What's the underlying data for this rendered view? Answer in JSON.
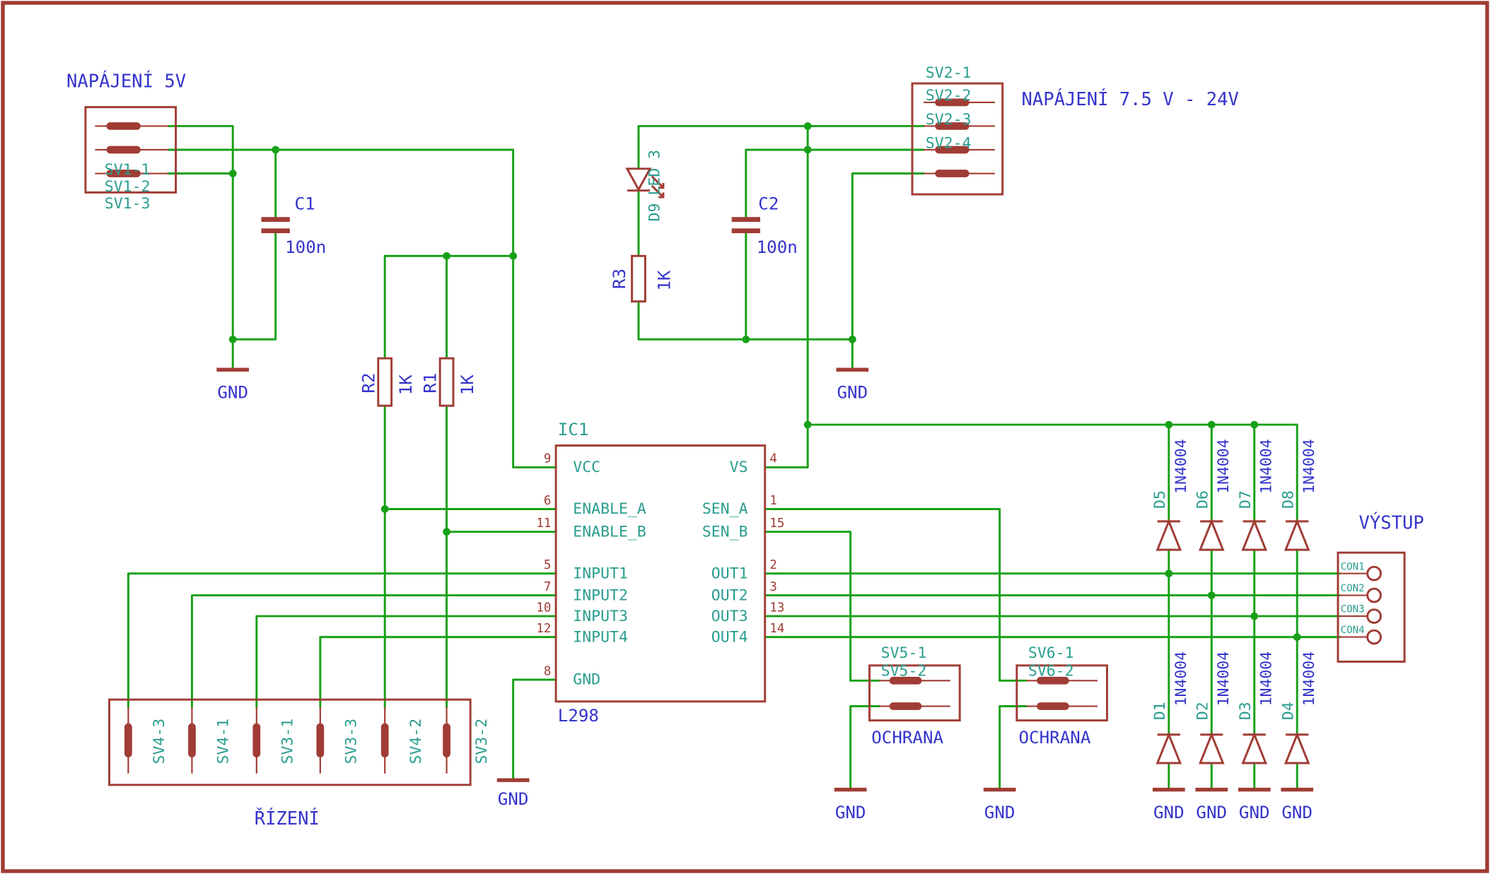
{
  "labels": {
    "napajeni_5v": "NAPÁJENÍ 5V",
    "napajeni_24v": "NAPÁJENÍ 7.5 V - 24V",
    "vystup": "VÝSTUP",
    "rizeni": "ŘÍZENÍ",
    "ochrana_1": "OCHRANA",
    "ochrana_2": "OCHRANA",
    "gnd": "GND"
  },
  "components": {
    "c1": {
      "name": "C1",
      "value": "100n"
    },
    "c2": {
      "name": "C2",
      "value": "100n"
    },
    "r1": {
      "name": "R1",
      "value": "1K"
    },
    "r2": {
      "name": "R2",
      "value": "1K"
    },
    "r3": {
      "name": "R3",
      "value": "1K"
    },
    "d9": {
      "name": "D9",
      "value": "LED 3"
    },
    "ic1": {
      "name": "IC1",
      "value": "L298"
    },
    "d1": {
      "name": "D1",
      "value": "1N4004"
    },
    "d2": {
      "name": "D2",
      "value": "1N4004"
    },
    "d3": {
      "name": "D3",
      "value": "1N4004"
    },
    "d4": {
      "name": "D4",
      "value": "1N4004"
    },
    "d5": {
      "name": "D5",
      "value": "1N4004"
    },
    "d6": {
      "name": "D6",
      "value": "1N4004"
    },
    "d7": {
      "name": "D7",
      "value": "1N4004"
    },
    "d8": {
      "name": "D8",
      "value": "1N4004"
    }
  },
  "connectors": {
    "sv1": {
      "pin1": "SV1-1",
      "pin2": "SV1-2",
      "pin3": "SV1-3"
    },
    "sv2": {
      "pin1": "SV2-1",
      "pin2": "SV2-2",
      "pin3": "SV2-3",
      "pin4": "SV2-4"
    },
    "sv5": {
      "pin1": "SV5-1",
      "pin2": "SV5-2"
    },
    "sv6": {
      "pin1": "SV6-1",
      "pin2": "SV6-2"
    },
    "control": [
      "SV4-3",
      "SV4-1",
      "SV3-1",
      "SV3-3",
      "SV4-2",
      "SV3-2"
    ],
    "output": [
      "CON1",
      "CON2",
      "CON3",
      "CON4"
    ]
  },
  "ic1_pins": {
    "left": [
      {
        "num": "9",
        "name": "VCC"
      },
      {
        "num": "6",
        "name": "ENABLE_A"
      },
      {
        "num": "11",
        "name": "ENABLE_B"
      },
      {
        "num": "5",
        "name": "INPUT1"
      },
      {
        "num": "7",
        "name": "INPUT2"
      },
      {
        "num": "10",
        "name": "INPUT3"
      },
      {
        "num": "12",
        "name": "INPUT4"
      },
      {
        "num": "8",
        "name": "GND"
      }
    ],
    "right": [
      {
        "num": "4",
        "name": "VS"
      },
      {
        "num": "1",
        "name": "SEN_A"
      },
      {
        "num": "15",
        "name": "SEN_B"
      },
      {
        "num": "2",
        "name": "OUT1"
      },
      {
        "num": "3",
        "name": "OUT2"
      },
      {
        "num": "13",
        "name": "OUT3"
      },
      {
        "num": "14",
        "name": "OUT4"
      }
    ]
  },
  "colors": {
    "wire_green": "#17a017",
    "symbol_maroon": "#a03c34",
    "name_teal": "#2a9d8f",
    "value_blue": "#3434cc",
    "background": "#ffffff"
  }
}
